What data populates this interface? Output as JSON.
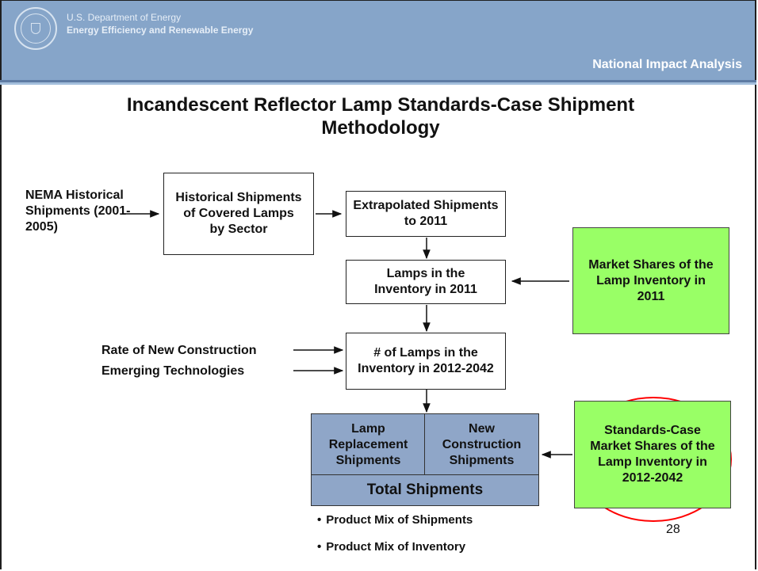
{
  "header": {
    "org_line1": "U.S. Department of Energy",
    "org_line2": "Energy Efficiency and Renewable Energy",
    "section": "National Impact Analysis",
    "background_color": "#86a5c9"
  },
  "title": "Incandescent Reflector Lamp Standards-Case Shipment Methodology",
  "diagram": {
    "inputs": {
      "nema": "NEMA Historical Shipments (2001-2005)",
      "construction": "Rate of New Construction",
      "emerging": "Emerging Technologies"
    },
    "boxes": {
      "historical": "Historical Shipments of Covered Lamps by Sector",
      "extrapolated": "Extrapolated Shipments to 2011",
      "inventory_2011": "Lamps in the Inventory in 2011",
      "inventory_2012": "# of Lamps in the Inventory in 2012-2042",
      "market_shares_2011": "Market Shares of the Lamp Inventory in 2011",
      "standards_case": "Standards-Case Market Shares of the Lamp Inventory in 2012-2042",
      "replacement": "Lamp Replacement Shipments",
      "new_construction": "New Construction Shipments",
      "total": "Total Shipments"
    },
    "colors": {
      "green": "#99ff66",
      "blue": "#8fa6c8",
      "highlight": "#ff0000"
    }
  },
  "bullets": [
    "Product Mix of Shipments",
    "Product Mix of Inventory"
  ],
  "page_number": "28"
}
